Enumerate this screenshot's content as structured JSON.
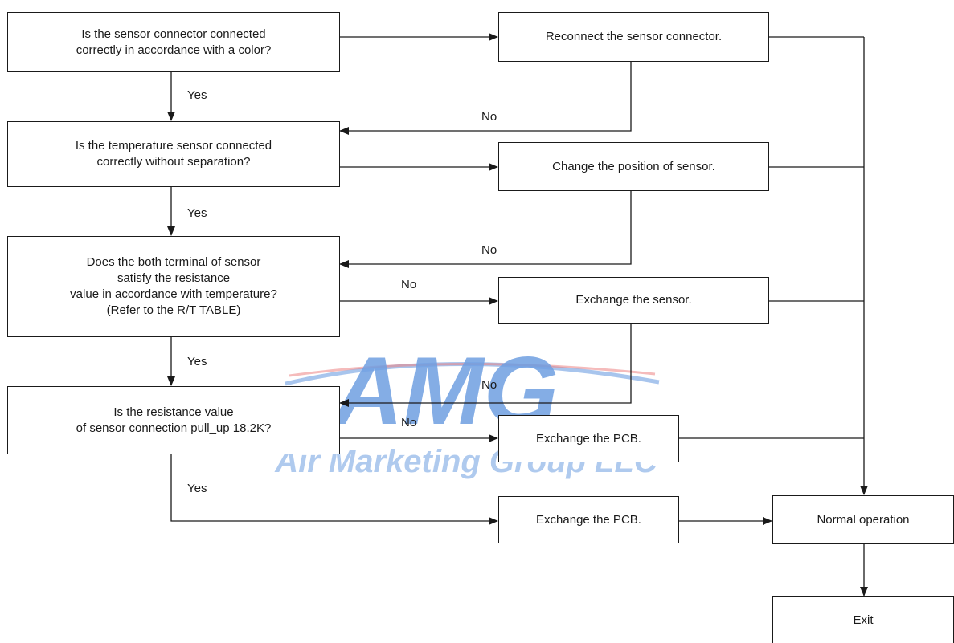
{
  "nodes": {
    "q1": "Is the sensor connector connected\ncorrectly in accordance with a color?",
    "q2": "Is the temperature sensor connected\ncorrectly without separation?",
    "q3": "Does the both terminal of sensor\nsatisfy the resistance\nvalue in accordance with temperature?\n(Refer to the R/T TABLE)",
    "q4": "Is the resistance value\nof sensor connection pull_up 18.2K?",
    "a1": "Reconnect the sensor connector.",
    "a2": "Change the position of sensor.",
    "a3": "Exchange the sensor.",
    "a4": "Exchange the PCB.",
    "a5": "Exchange the PCB.",
    "normal": "Normal operation",
    "exit": "Exit"
  },
  "labels": {
    "yes1": "Yes",
    "yes2": "Yes",
    "yes3": "Yes",
    "yes4": "Yes",
    "no1": "No",
    "no2": "No",
    "no3": "No",
    "no4": "No",
    "no5": "No"
  },
  "watermark": {
    "logo_text": "AMG",
    "company": "Air Marketing Group LLC",
    "color_blue": "#3f7fd8",
    "color_red": "#e85a5a"
  },
  "colors": {
    "line": "#1a1a1a"
  }
}
